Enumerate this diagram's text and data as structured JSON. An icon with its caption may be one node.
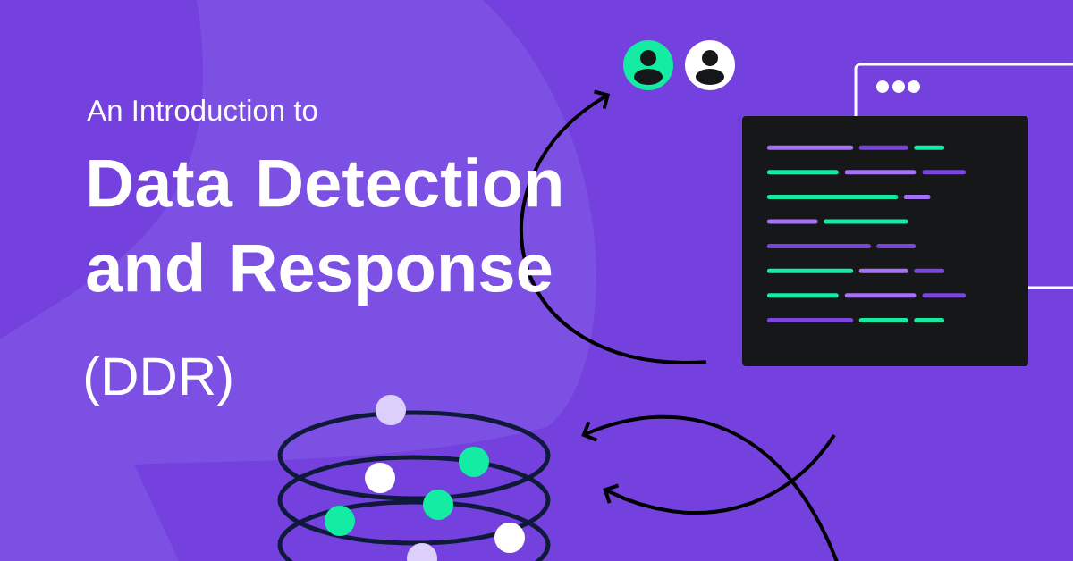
{
  "diagram": {
    "title": "Data Detection and Response",
    "nodes": [
      {
        "text": [],
        "shape": "person"
      },
      {
        "text": [],
        "shape": "person"
      },
      {
        "text": [],
        "shape": "picture"
      },
      {
        "text": [],
        "shape": "cylinder"
      }
    ],
    "edges": [
      {
        "from": 2,
        "to": 0,
        "arrow": "to"
      },
      {
        "from": null,
        "to": 3,
        "arrow": "to"
      },
      {
        "from": null,
        "to": 3,
        "arrow": "to"
      }
    ],
    "labels": [
      "An Introduction to",
      "(DDR)"
    ]
  }
}
